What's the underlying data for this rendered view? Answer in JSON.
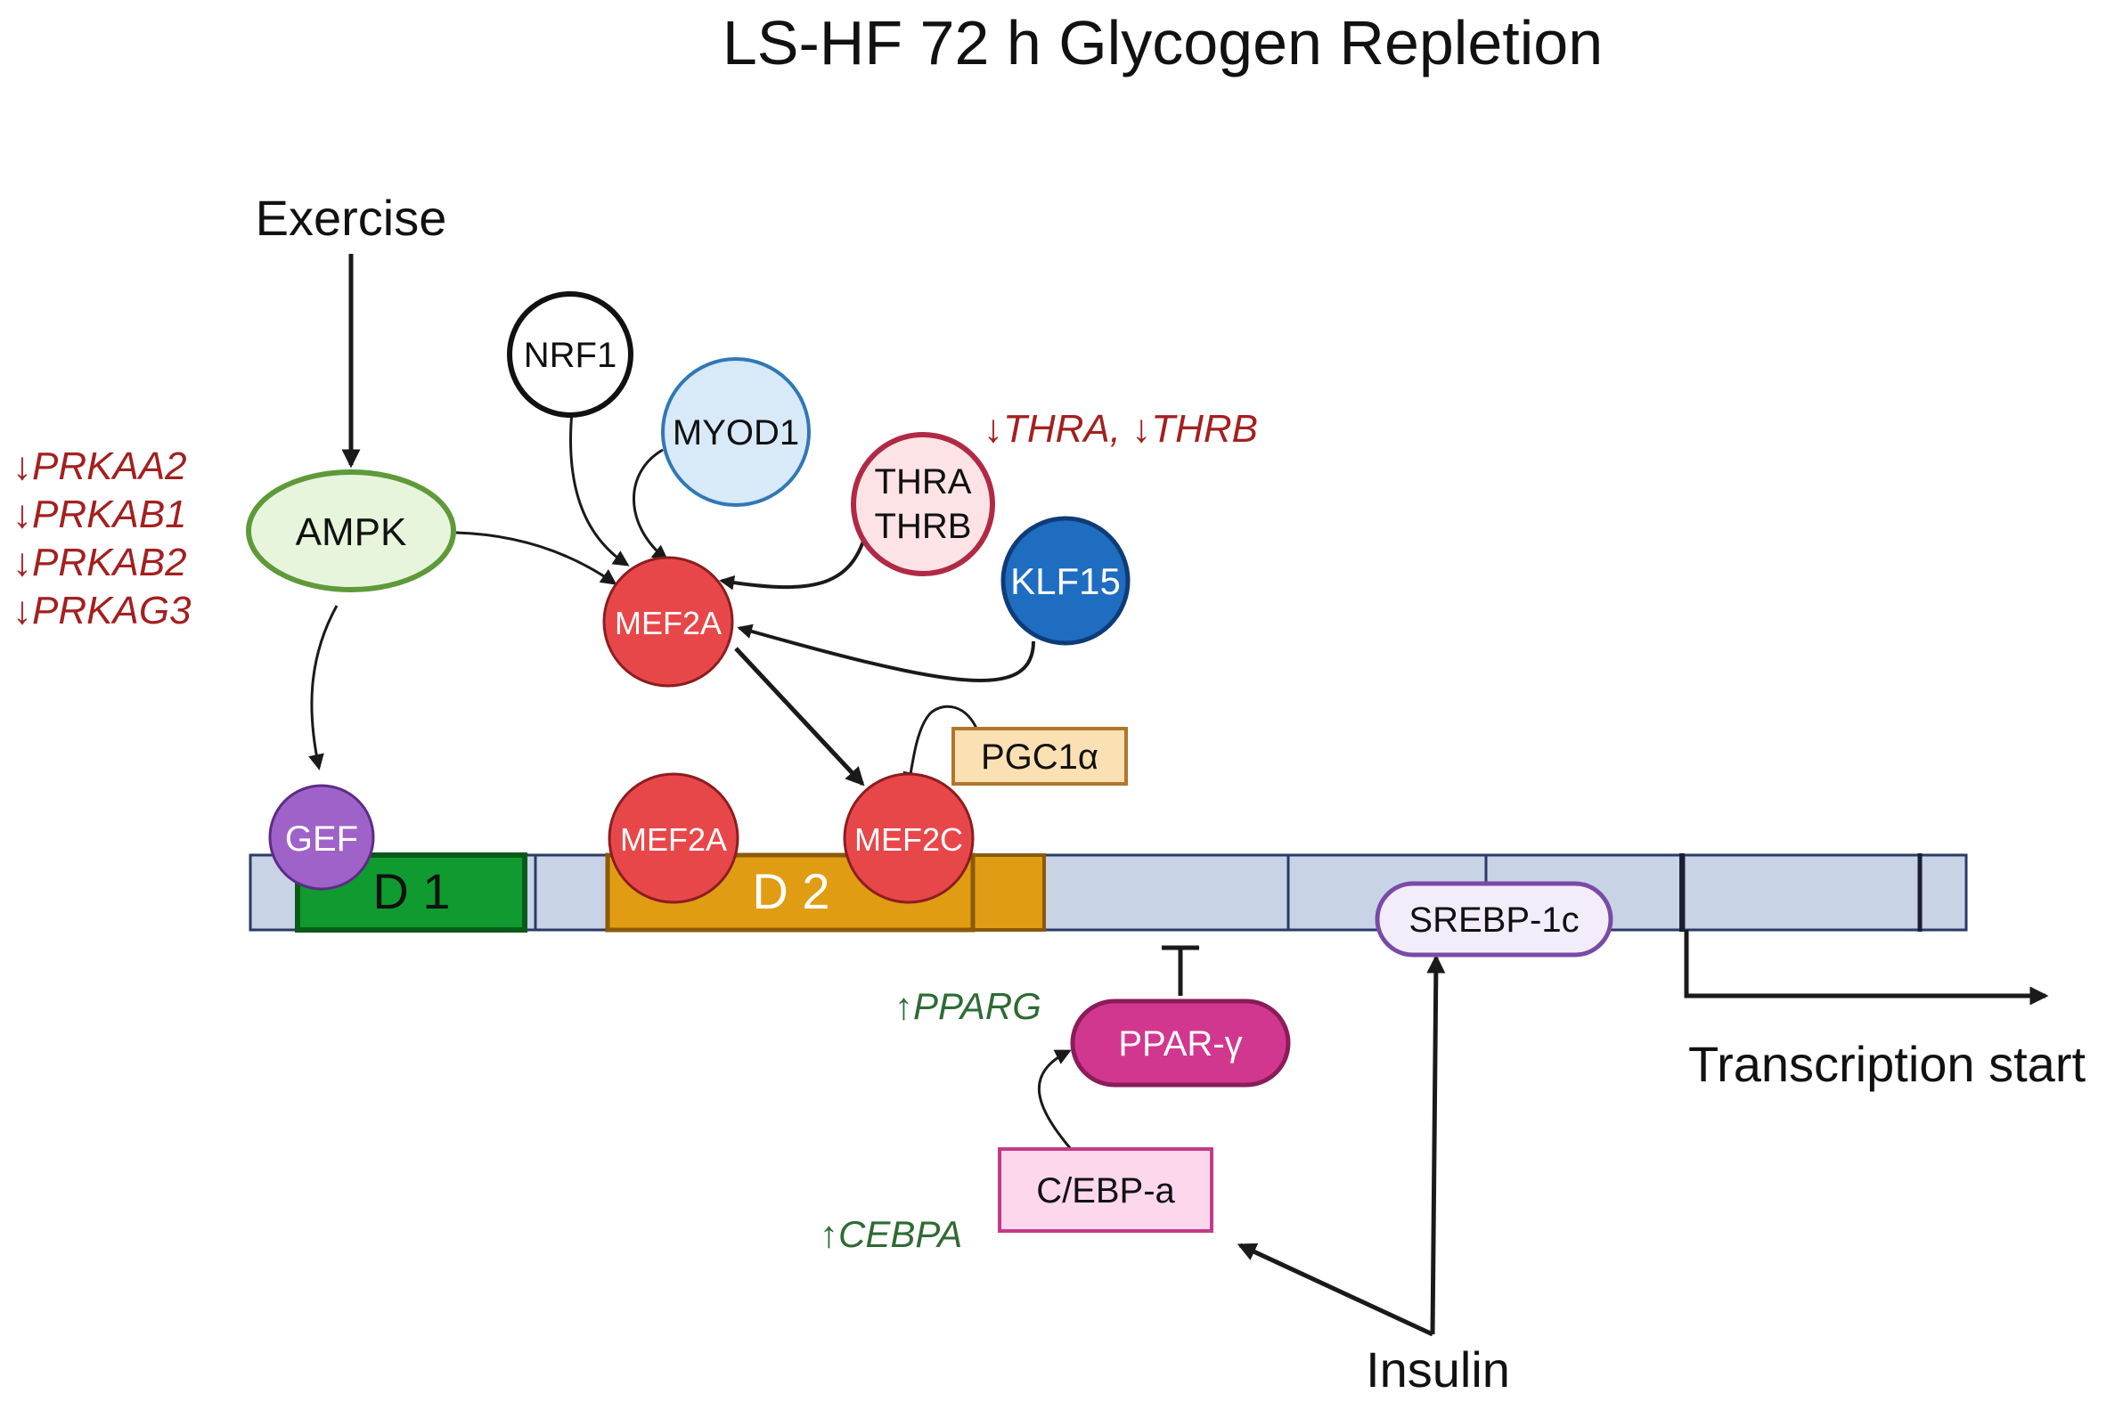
{
  "title": "LS-HF 72 h Glycogen Repletion",
  "inputs": {
    "exercise": "Exercise",
    "insulin": "Insulin"
  },
  "nodes": {
    "ampk": "AMPK",
    "nrf1": "NRF1",
    "myod1": "MYOD1",
    "thra": "THRA",
    "thrb": "THRB",
    "klf15": "KLF15",
    "mef2a_top": "MEF2A",
    "pgc1a": "PGC1α",
    "gef": "GEF",
    "mef2a_bound": "MEF2A",
    "mef2c": "MEF2C",
    "srebp1c": "SREBP-1c",
    "pparg": "PPAR-γ",
    "cebpa": "C/EBP-a"
  },
  "domains": {
    "d1": "D 1",
    "d2": "D 2"
  },
  "transcription_start": "Transcription start",
  "gene_changes": {
    "ampk_genes": [
      {
        "arrow": "↓",
        "gene": "PRKAA2"
      },
      {
        "arrow": "↓",
        "gene": "PRKAB1"
      },
      {
        "arrow": "↓",
        "gene": "PRKAB2"
      },
      {
        "arrow": "↓",
        "gene": "PRKAG3"
      }
    ],
    "thr_genes": [
      {
        "arrow": "↓",
        "gene": "THRA,"
      },
      {
        "arrow": "↓",
        "gene": "THRB"
      }
    ],
    "pparg_gene": {
      "arrow": "↑",
      "gene": "PPARG"
    },
    "cebpa_gene": {
      "arrow": "↑",
      "gene": "CEBPA"
    }
  },
  "colors": {
    "down_regulated": "#a32020",
    "up_regulated": "#2e6b34",
    "dna_strand": "#c9d3e6",
    "domain1": "#0f9b30",
    "domain2": "#e09c12",
    "mef2": "#e8474a",
    "gef": "#9f62c8",
    "klf15": "#1f6dc0",
    "pparg": "#d2378f",
    "cebpa": "#fdd7ec",
    "srebp": "#f3ecfa",
    "pgc1a": "#fbe0b4",
    "ampk_fill": "#e8f5dd",
    "ampk_stroke": "#5f9a3a",
    "myod1_fill": "#d8e9f8",
    "thr_fill": "#fde3e6",
    "thr_stroke": "#b02a45"
  }
}
